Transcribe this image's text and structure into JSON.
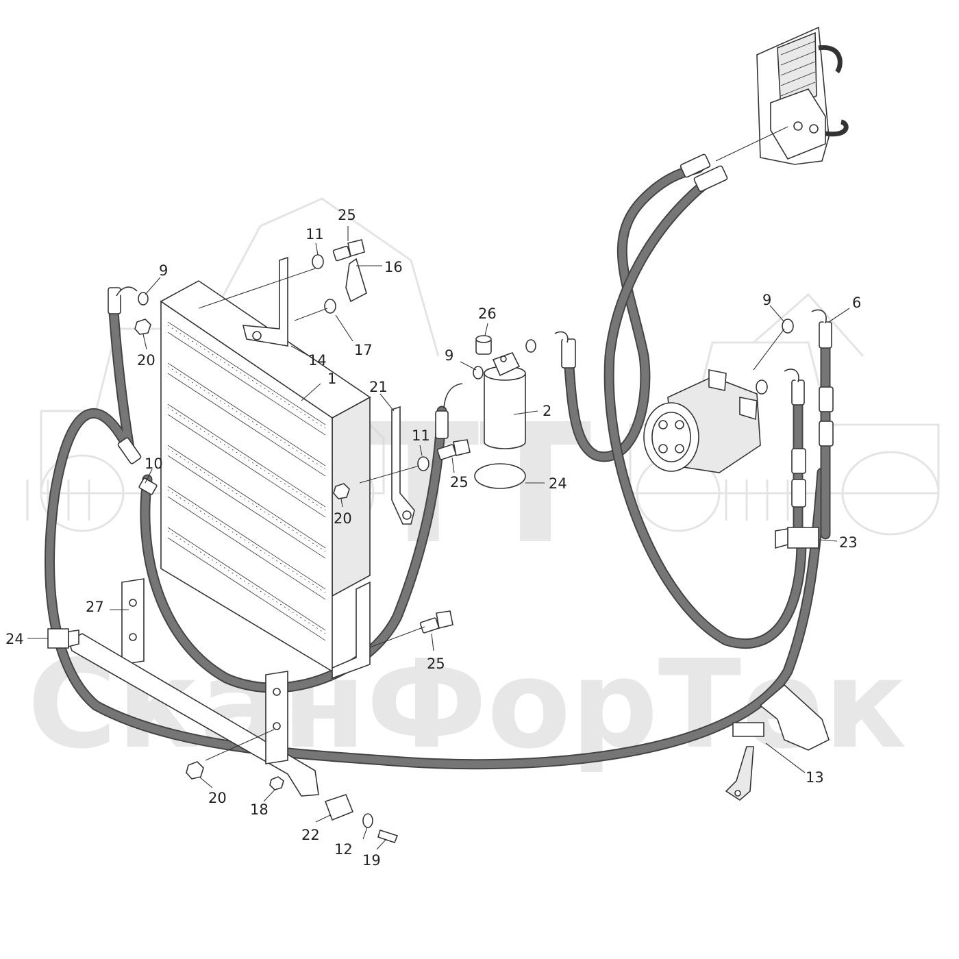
{
  "watermark": {
    "brand": "СТТ",
    "company": "СканФорТек"
  },
  "callouts": [
    {
      "id": "c1",
      "text": "1"
    },
    {
      "id": "c2",
      "text": "2"
    },
    {
      "id": "c6",
      "text": "6"
    },
    {
      "id": "c9a",
      "text": "9"
    },
    {
      "id": "c9b",
      "text": "9"
    },
    {
      "id": "c9c",
      "text": "9"
    },
    {
      "id": "c10",
      "text": "10"
    },
    {
      "id": "c11a",
      "text": "11"
    },
    {
      "id": "c11b",
      "text": "11"
    },
    {
      "id": "c12",
      "text": "12"
    },
    {
      "id": "c13",
      "text": "13"
    },
    {
      "id": "c14",
      "text": "14"
    },
    {
      "id": "c16",
      "text": "16"
    },
    {
      "id": "c17",
      "text": "17"
    },
    {
      "id": "c18",
      "text": "18"
    },
    {
      "id": "c19",
      "text": "19"
    },
    {
      "id": "c20a",
      "text": "20"
    },
    {
      "id": "c20b",
      "text": "20"
    },
    {
      "id": "c20c",
      "text": "20"
    },
    {
      "id": "c21",
      "text": "21"
    },
    {
      "id": "c22",
      "text": "22"
    },
    {
      "id": "c23",
      "text": "23"
    },
    {
      "id": "c24a",
      "text": "24"
    },
    {
      "id": "c24b",
      "text": "24"
    },
    {
      "id": "c25a",
      "text": "25"
    },
    {
      "id": "c25b",
      "text": "25"
    },
    {
      "id": "c25c",
      "text": "25"
    },
    {
      "id": "c26",
      "text": "26"
    },
    {
      "id": "c27",
      "text": "27"
    }
  ]
}
